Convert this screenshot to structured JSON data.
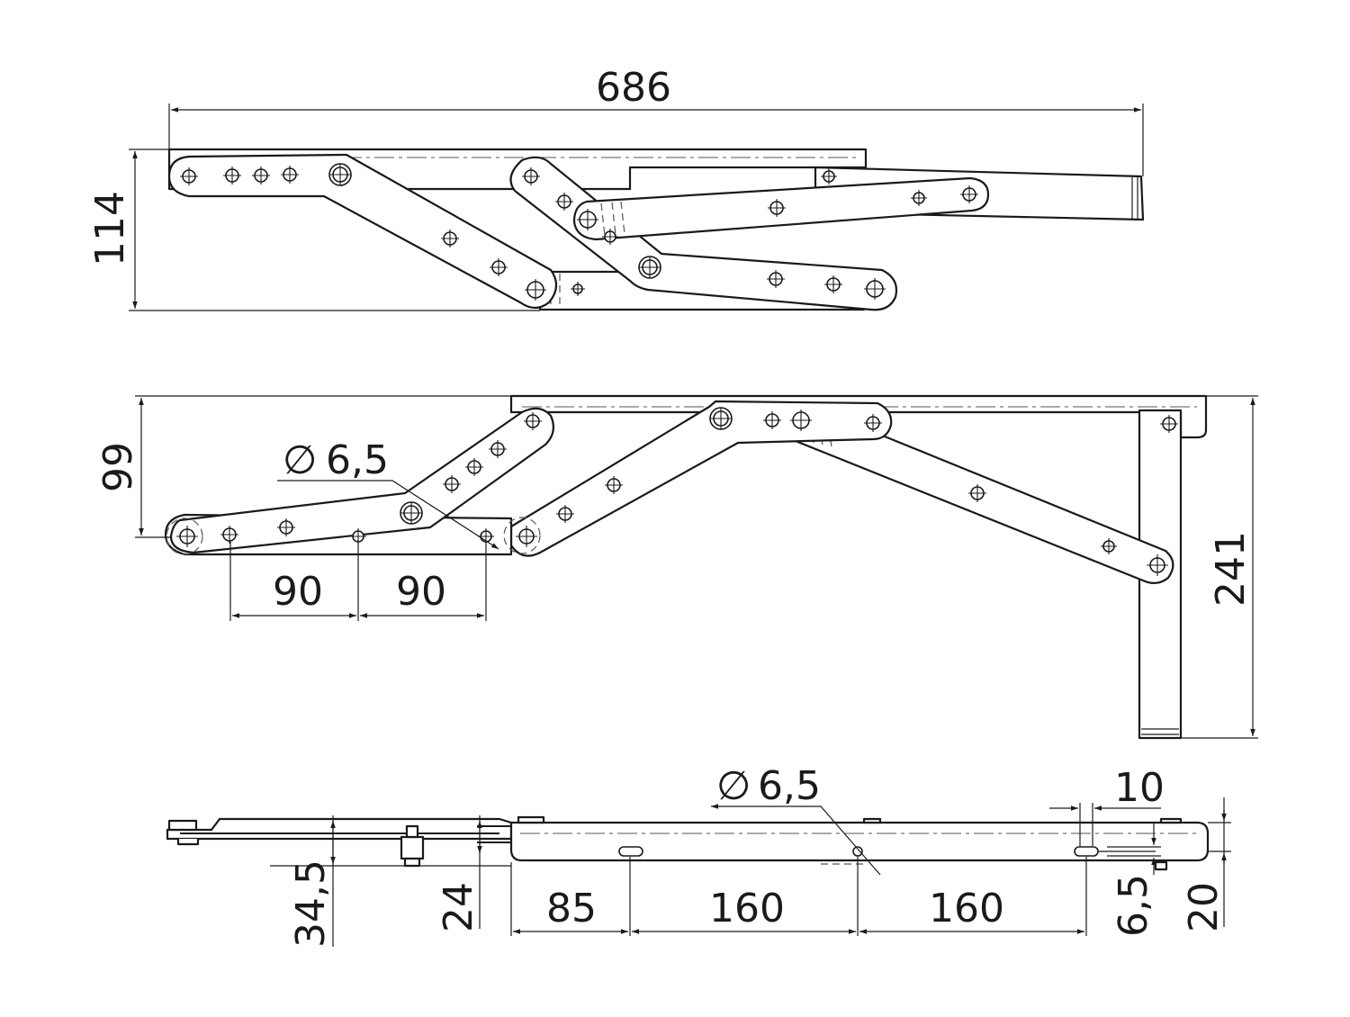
{
  "dimensions": {
    "top_overall_length": "686",
    "top_height": "114",
    "middle_height": "99",
    "middle_hole_diameter": "6,5",
    "middle_spacing_1": "90",
    "middle_spacing_2": "90",
    "middle_leg_height": "241",
    "bottom_hole_diameter": "6,5",
    "bottom_offset_1": "34,5",
    "bottom_offset_2": "24",
    "bottom_spacing_1": "85",
    "bottom_spacing_2": "160",
    "bottom_spacing_3": "160",
    "bottom_slot_width": "10",
    "bottom_slot_height": "6,5",
    "bottom_thickness": "20"
  },
  "diameter_symbol": "∅"
}
